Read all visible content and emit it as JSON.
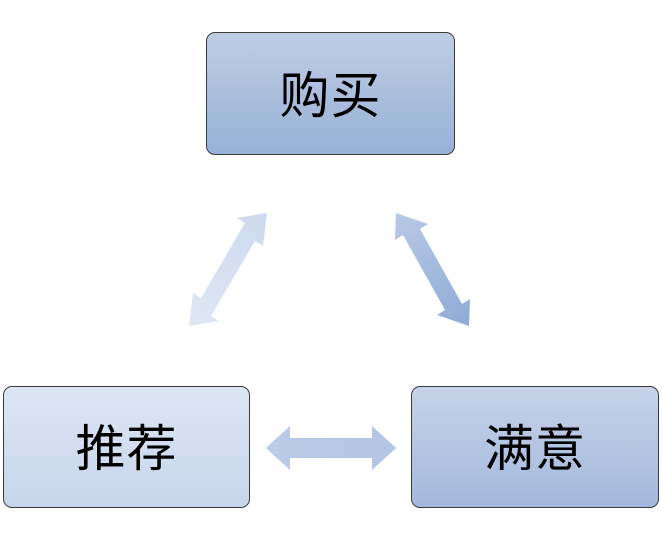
{
  "nodes": {
    "top": {
      "label": "购买"
    },
    "left": {
      "label": "推荐"
    },
    "right": {
      "label": "满意"
    }
  },
  "colors": {
    "background": "#ffffff",
    "node_border": "#3b3b3b",
    "arrow_light": "#d4dff0",
    "arrow_mid": "#a9bde0",
    "arrow_dark": "#8eabd6"
  }
}
